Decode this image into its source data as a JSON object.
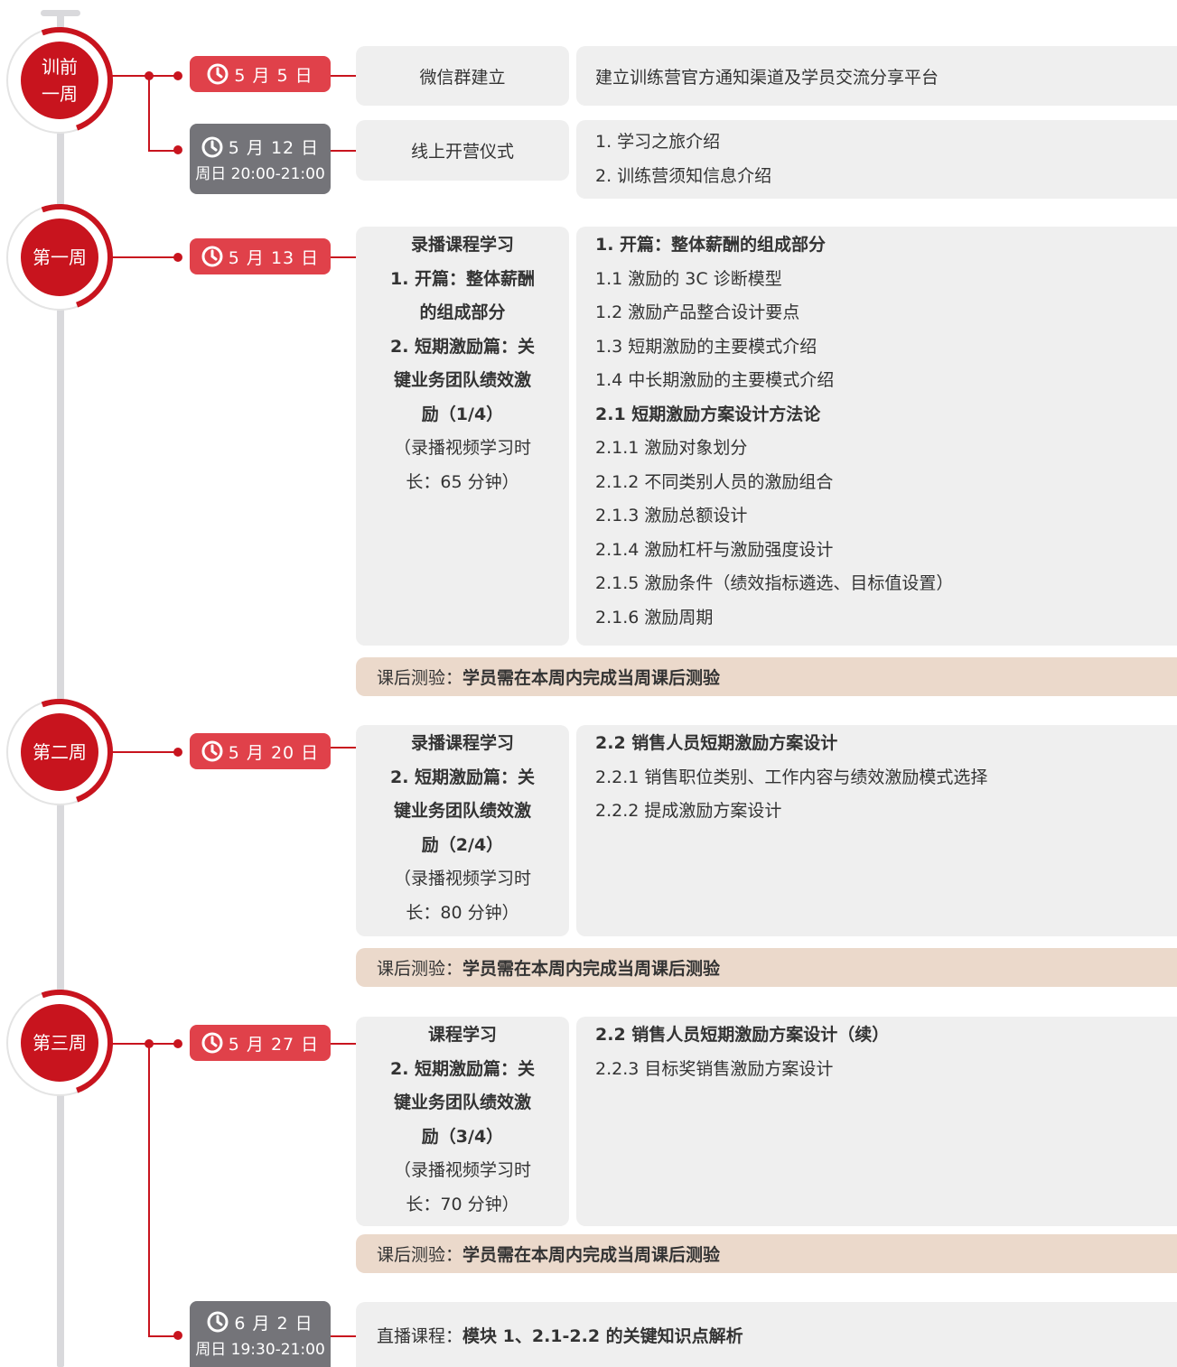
{
  "weeks": [
    {
      "label_l1": "训前",
      "label_l2": "一周"
    },
    {
      "label_l1": "第一周"
    },
    {
      "label_l1": "第二周"
    },
    {
      "label_l1": "第三周"
    }
  ],
  "sessions": [
    {
      "date": "5 月 5 日",
      "topic": "微信群建立",
      "detail": "建立训练营官方通知渠道及学员交流分享平台"
    },
    {
      "date": "5 月 12 日",
      "time": "周日 20:00-21:00",
      "topic": "线上开营仪式",
      "detail": [
        "1. 学习之旅介绍",
        "2. 训练营须知信息介绍"
      ]
    },
    {
      "date": "5 月 13 日",
      "topic": [
        "录播课程学习",
        "1. 开篇：整体薪酬",
        "的组成部分",
        "2. 短期激励篇：关",
        "键业务团队绩效激",
        "励（1/4）",
        "（录播视频学习时",
        "长：65 分钟）"
      ],
      "detail": [
        "1. 开篇：整体薪酬的组成部分",
        "1.1 激励的 3C 诊断模型",
        "1.2 激励产品整合设计要点",
        "1.3 短期激励的主要模式介绍",
        "1.4 中长期激励的主要模式介绍",
        "2.1 短期激励方案设计方法论",
        "2.1.1 激励对象划分",
        "2.1.2 不同类别人员的激励组合",
        "2.1.3 激励总额设计",
        "2.1.4 激励杠杆与激励强度设计",
        "2.1.5 激励条件（绩效指标遴选、目标值设置）",
        "2.1.6 激励周期"
      ]
    },
    {
      "date": "5 月 20 日",
      "topic": [
        "录播课程学习",
        "2. 短期激励篇：关",
        "键业务团队绩效激",
        "励（2/4）",
        "（录播视频学习时",
        "长：80 分钟）"
      ],
      "detail": [
        "2.2 销售人员短期激励方案设计",
        "2.2.1 销售职位类别、工作内容与绩效激励模式选择",
        "2.2.2 提成激励方案设计"
      ]
    },
    {
      "date": "5 月 27 日",
      "topic": [
        "课程学习",
        "2. 短期激励篇：关",
        "键业务团队绩效激",
        "励（3/4）",
        "（录播视频学习时",
        "长：70 分钟）"
      ],
      "detail": [
        "2.2 销售人员短期激励方案设计（续）",
        "2.2.3 目标奖销售激励方案设计"
      ]
    },
    {
      "date": "6 月 2 日",
      "time": "周日 19:30-21:00",
      "live_label": "直播课程：",
      "live_text": "模块 1、2.1-2.2 的关键知识点解析"
    }
  ],
  "quiz": {
    "label": "课后测验：",
    "text": "学员需在本周内完成当周课后测验"
  },
  "colors": {
    "accent": "#c8141e",
    "date_red": "#e0414a",
    "date_gray": "#747479",
    "card": "#efefef",
    "quiz_bg": "#ebd9cb"
  }
}
